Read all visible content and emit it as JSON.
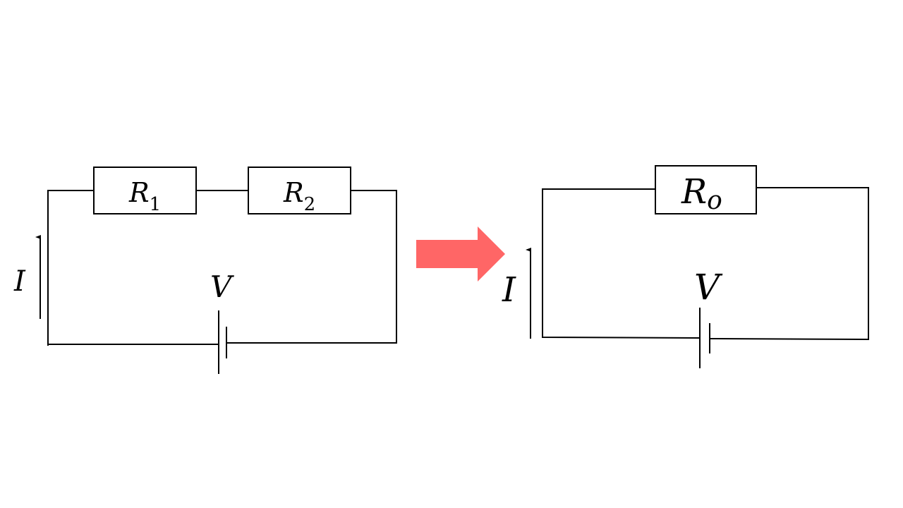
{
  "left_circuit": {
    "resistor_1": {
      "symbol": "R",
      "subscript": "1"
    },
    "resistor_2": {
      "symbol": "R",
      "subscript": "2"
    },
    "current_label": "I",
    "voltage_label": "V"
  },
  "right_circuit": {
    "resistor": {
      "symbol": "R",
      "subscript": "o"
    },
    "current_label": "I",
    "voltage_label": "V"
  },
  "arrow_color": "#ff6666"
}
